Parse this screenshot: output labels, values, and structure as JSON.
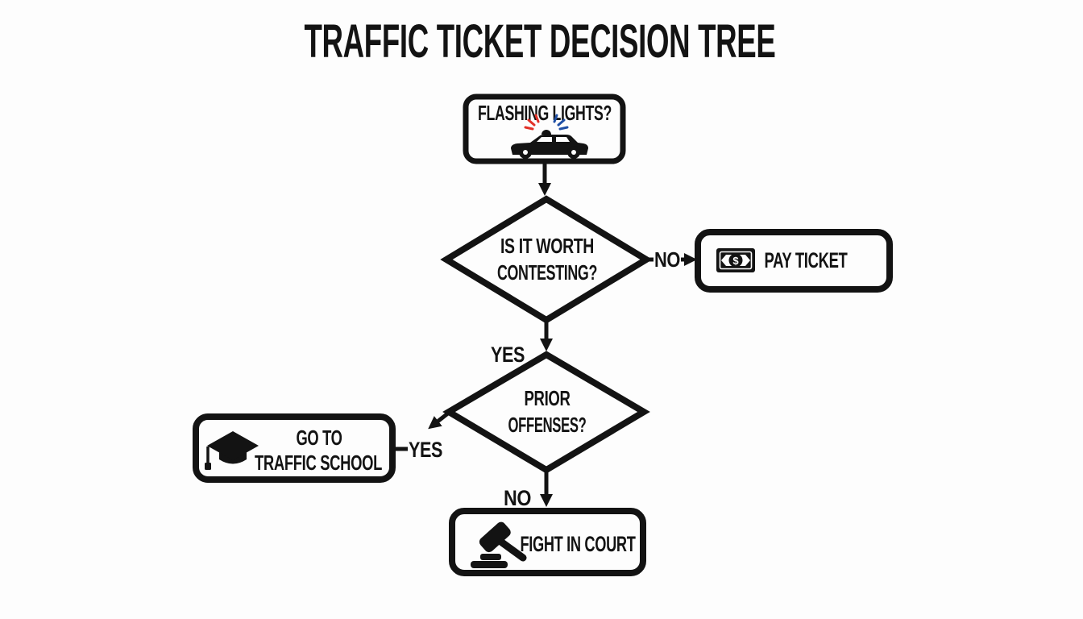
{
  "title": "TRAFFIC TICKET DECISION TREE",
  "colors": {
    "ink": "#131313",
    "background": "#fdfdfd",
    "siren_red": "#e23128",
    "siren_blue": "#1f4fa5"
  },
  "nodes": {
    "flashing_lights": {
      "label": "FLASHING LIGHTS?",
      "icon": "police-car-icon"
    },
    "worth_contesting": {
      "line1": "IS IT WORTH",
      "line2": "CONTESTING?"
    },
    "pay_ticket": {
      "label": "PAY TICKET",
      "icon": "money-bill-icon"
    },
    "prior_offenses": {
      "line1": "PRIOR",
      "line2": "OFFENSES?"
    },
    "traffic_school": {
      "line1": "GO TO",
      "line2": "TRAFFIC SCHOOL",
      "icon": "graduation-cap-icon"
    },
    "fight_court": {
      "label": "FIGHT IN COURT",
      "icon": "gavel-icon"
    }
  },
  "edges": {
    "contest_no": "NO",
    "contest_yes": "YES",
    "offenses_yes": "YES",
    "offenses_no": "NO"
  },
  "money_symbol": "$"
}
